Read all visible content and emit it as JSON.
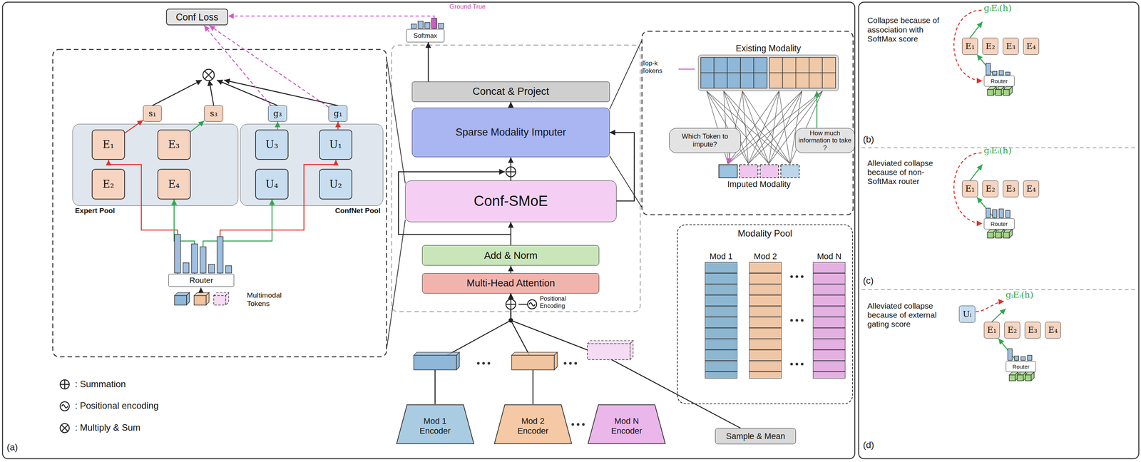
{
  "diagram": {
    "nodes": [
      {
        "text": [
          "Conf Loss"
        ]
      },
      {
        "text": [
          "s₁"
        ]
      },
      {
        "text": [
          "s₃"
        ]
      },
      {
        "text": [
          "g₃"
        ]
      },
      {
        "text": [
          "g₁"
        ]
      },
      {
        "text": [
          "Expert Pool"
        ]
      },
      {
        "text": [
          "E₁"
        ],
        "in": 5
      },
      {
        "text": [
          "E₃"
        ],
        "in": 5
      },
      {
        "text": [
          "E₂"
        ],
        "in": 5
      },
      {
        "text": [
          "E₄"
        ],
        "in": 5
      },
      {
        "text": [
          "ConfNet Pool"
        ]
      },
      {
        "text": [
          "U₃"
        ],
        "in": 10
      },
      {
        "text": [
          "U₁"
        ],
        "in": 10
      },
      {
        "text": [
          "U₄"
        ],
        "in": 10
      },
      {
        "text": [
          "U₂"
        ],
        "in": 10
      },
      {
        "text": [
          "Router"
        ]
      },
      {
        "text": [
          "Softmax"
        ]
      },
      {
        "text": [
          "Concat & Project"
        ]
      },
      {
        "text": [
          "Sparse Modality Imputer"
        ]
      },
      {
        "text": [
          "Conf-SMoE"
        ]
      },
      {
        "text": [
          "Add & Norm"
        ]
      },
      {
        "text": [
          "Multi-Head Attention"
        ]
      },
      {
        "text": [
          "Existing Modality"
        ]
      },
      {
        "text": [
          "Which Token to impute?"
        ]
      },
      {
        "text": [
          "How much information to take ?"
        ]
      },
      {
        "text": [
          "Imputed Modality"
        ]
      },
      {
        "text": [
          "Modality Pool"
        ]
      },
      {
        "text": [
          "Mod 1"
        ],
        "in": 26
      },
      {
        "text": [
          "Mod 2"
        ],
        "in": 26
      },
      {
        "text": [
          "Mod N"
        ],
        "in": 26
      },
      {
        "text": [
          "Mod 1 Encoder"
        ]
      },
      {
        "text": [
          "Mod 2 Encoder"
        ]
      },
      {
        "text": [
          "Mod N Encoder"
        ]
      },
      {
        "text": [
          "Sample & Mean"
        ]
      },
      {
        "text": [
          "E₁"
        ]
      },
      {
        "text": [
          "E₂"
        ]
      },
      {
        "text": [
          "E₃"
        ]
      },
      {
        "text": [
          "E₄"
        ]
      },
      {
        "text": [
          "Router"
        ]
      },
      {
        "text": [
          "E₁"
        ]
      },
      {
        "text": [
          "E₂"
        ]
      },
      {
        "text": [
          "E₃"
        ]
      },
      {
        "text": [
          "E₄"
        ]
      },
      {
        "text": [
          "Router"
        ]
      },
      {
        "text": [
          "Uᵢ"
        ]
      },
      {
        "text": [
          "E₁"
        ]
      },
      {
        "text": [
          "E₂"
        ]
      },
      {
        "text": [
          "E₃"
        ]
      },
      {
        "text": [
          "E₄"
        ]
      },
      {
        "text": [
          "Router"
        ]
      }
    ],
    "edges": [
      {
        "from": 3,
        "to": 0,
        "arrow": "to"
      },
      {
        "from": 4,
        "to": 0,
        "arrow": "to"
      },
      {
        "from": 16,
        "to": 0,
        "arrow": "to"
      },
      {
        "from": 6,
        "to": 1,
        "arrow": "to"
      },
      {
        "from": 7,
        "to": 2,
        "arrow": "to"
      },
      {
        "from": 11,
        "to": 3,
        "arrow": "to"
      },
      {
        "from": 12,
        "to": 4,
        "arrow": "to"
      },
      {
        "from": 15,
        "to": 6,
        "arrow": "to"
      },
      {
        "from": 15,
        "to": 9,
        "arrow": "to"
      },
      {
        "from": 15,
        "to": 13,
        "arrow": "to"
      },
      {
        "from": 15,
        "to": 12,
        "arrow": "to"
      },
      {
        "from": 17,
        "to": 16,
        "arrow": "to"
      },
      {
        "from": 18,
        "to": 17,
        "arrow": "to"
      },
      {
        "from": 19,
        "to": 18,
        "arrow": "to"
      },
      {
        "from": 19,
        "to": 18,
        "arrow": "to"
      },
      {
        "from": 20,
        "to": 19,
        "arrow": "to"
      },
      {
        "from": 21,
        "to": 20,
        "arrow": "to"
      },
      {
        "from": 30,
        "to": 21,
        "arrow": "to"
      },
      {
        "from": 31,
        "to": 21,
        "arrow": "to"
      },
      {
        "from": 33,
        "to": 21,
        "arrow": "to"
      },
      {
        "from": 23,
        "to": 25,
        "arrow": "to"
      },
      {
        "from": 24,
        "to": 22,
        "arrow": "to"
      },
      {
        "from": 38,
        "to": 34,
        "arrow": "to"
      },
      {
        "from": 43,
        "to": 39,
        "arrow": "to"
      },
      {
        "from": 49,
        "to": 45,
        "arrow": "to"
      }
    ],
    "labels": [
      "Ground True",
      "Positional Encoding",
      "Top-k Tokens",
      "Multimodal Tokens",
      "(a)",
      "Collapse because of association with SoftMax score",
      "gᵢEᵢ(h)",
      "(b)",
      "Alleviated collapse because of non-SoftMax router",
      "gᵢEᵢ(h)",
      "(c)",
      "Alleviated collapse because of external gating score",
      "gᵢEᵢ(h)",
      "(d)"
    ],
    "legend": [
      {
        "text": ": Summation"
      },
      {
        "text": ": Positional encoding"
      },
      {
        "text": ": Multiply & Sum"
      }
    ]
  }
}
